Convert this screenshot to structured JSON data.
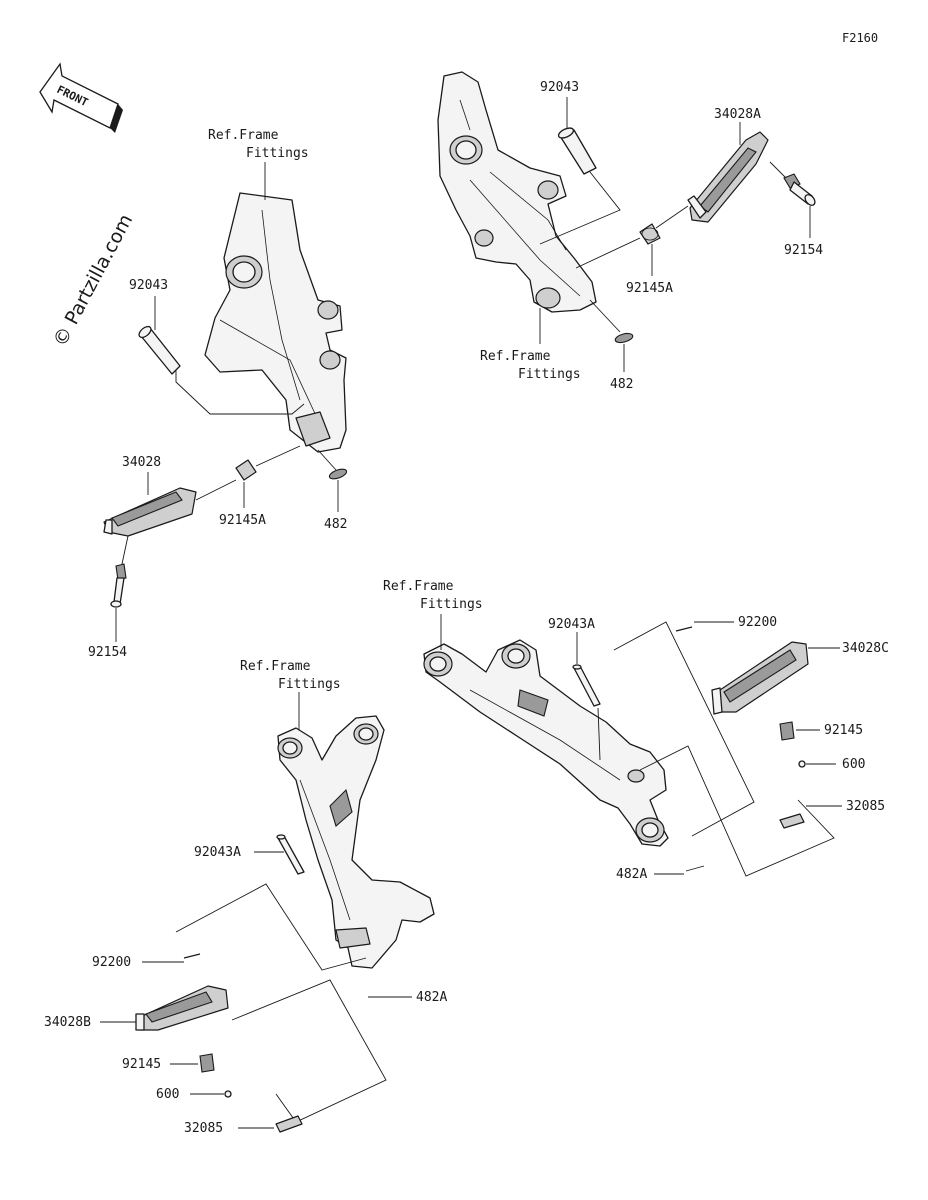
{
  "figure_code": "F2160",
  "watermark": "© Partzilla.com",
  "front_arrow": "FRONT",
  "labels": {
    "a_ref": [
      "Ref.Frame",
      "Fittings"
    ],
    "a_92043": "92043",
    "a_34028": "34028",
    "a_92145A": "92145A",
    "a_482": "482",
    "a_92154": "92154",
    "b_92043": "92043",
    "b_34028A": "34028A",
    "b_92154": "92154",
    "b_92145A": "92145A",
    "b_ref": [
      "Ref.Frame",
      "Fittings"
    ],
    "b_482": "482",
    "c_ref": [
      "Ref.Frame",
      "Fittings"
    ],
    "c_92043A": "92043A",
    "c_92200": "92200",
    "c_34028C": "34028C",
    "c_92145": "92145",
    "c_600": "600",
    "c_32085": "32085",
    "c_482A": "482A",
    "d_ref": [
      "Ref.Frame",
      "Fittings"
    ],
    "d_92043A": "92043A",
    "d_92200": "92200",
    "d_482A": "482A",
    "d_34028B": "34028B",
    "d_92145": "92145",
    "d_600": "600",
    "d_32085": "32085"
  }
}
